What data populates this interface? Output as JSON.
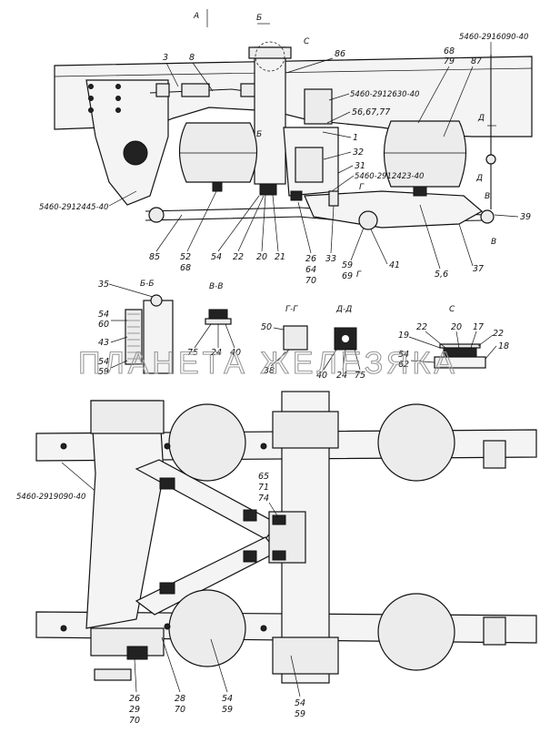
{
  "section_marks": {
    "a": "А",
    "b_top": "Б",
    "b_mid": "Б",
    "c_top": "С",
    "v_top": "В",
    "v_bottom": "В",
    "g_mid": "Г",
    "g_bottom": "Г",
    "d_top": "Д",
    "d_mid": "Д"
  },
  "part_codes": {
    "code_2916090": "5460-2916090-40",
    "code_2912630": "5460-2912630-40",
    "code_2912423": "5460-2912423-40",
    "code_2912445": "5460-2912445-40",
    "code_2919090": "5460-2919090-40"
  },
  "top_view_callouts": {
    "n3": "3",
    "n8": "8",
    "n86": "86",
    "n68": "68",
    "n79": "79",
    "n87": "87",
    "n56": "56,67,77",
    "n1": "1",
    "n32": "32",
    "n31": "31",
    "n39": "39",
    "n85": "85",
    "n52": "52",
    "n68b": "68",
    "n54": "54",
    "n22": "22",
    "n20": "20",
    "n21": "21",
    "n26": "26",
    "n64": "64",
    "n70": "70",
    "n33": "33",
    "n59": "59",
    "n69": "69",
    "n41": "41",
    "n56b": "5,6",
    "n37": "37"
  },
  "section_views": {
    "bb": {
      "title": "Б-Б",
      "labels": [
        "35",
        "54",
        "60",
        "43",
        "54",
        "59"
      ]
    },
    "vv": {
      "title": "В-В",
      "labels": [
        "75",
        "24",
        "40"
      ]
    },
    "gg": {
      "title": "Г-Г",
      "labels": [
        "50",
        "38"
      ]
    },
    "dd": {
      "title": "Д-Д",
      "labels": [
        "40",
        "24",
        "75"
      ]
    },
    "c": {
      "title": "С",
      "labels": [
        "22",
        "20",
        "17",
        "22",
        "19",
        "54",
        "62",
        "18"
      ]
    }
  },
  "plan_view_callouts": {
    "n65": "65",
    "n71": "71",
    "n74": "74",
    "n26": "26",
    "n29": "29",
    "n70": "70",
    "n28": "28",
    "n70b": "70",
    "n54a": "54",
    "n59a": "59",
    "n54b": "54",
    "n59b": "59"
  },
  "watermark": "ПЛАНЕТА ЖЕЛЕЗЯКА"
}
